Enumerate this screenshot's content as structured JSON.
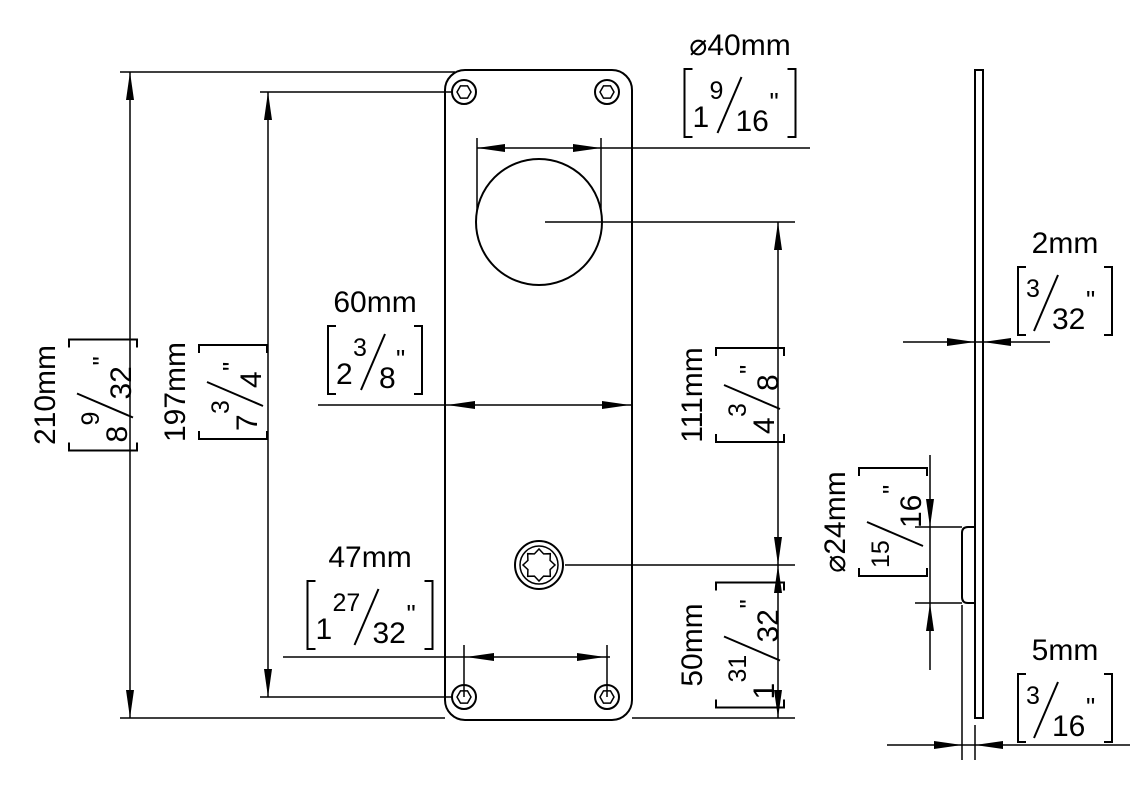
{
  "colors": {
    "ink": "#000000",
    "background": "#ffffff"
  },
  "dimensions": [
    {
      "id": "hole-diameter",
      "mm": "⌀40mm",
      "whole": "1",
      "num": "9",
      "den": "16"
    },
    {
      "id": "width",
      "mm": "60mm",
      "whole": "2",
      "num": "3",
      "den": "8"
    },
    {
      "id": "screw-spacing-horizontal",
      "mm": "47mm",
      "whole": "1",
      "num": "27",
      "den": "32"
    },
    {
      "id": "plate-thickness",
      "mm": "2mm",
      "whole": "",
      "num": "3",
      "den": "32"
    },
    {
      "id": "total-depth",
      "mm": "5mm",
      "whole": "",
      "num": "3",
      "den": "16"
    },
    {
      "id": "height",
      "mm": "210mm",
      "whole": "8",
      "num": "9",
      "den": "32"
    },
    {
      "id": "screw-spacing-vertical",
      "mm": "197mm",
      "whole": "7",
      "num": "3",
      "den": "4"
    },
    {
      "id": "center-distance",
      "mm": "111mm",
      "whole": "4",
      "num": "3",
      "den": "8"
    },
    {
      "id": "spindle-to-bottom",
      "mm": "50mm",
      "whole": "1",
      "num": "31",
      "den": "32"
    },
    {
      "id": "spindle-diameter",
      "mm": "⌀24mm",
      "whole": "",
      "num": "15",
      "den": "16"
    }
  ]
}
